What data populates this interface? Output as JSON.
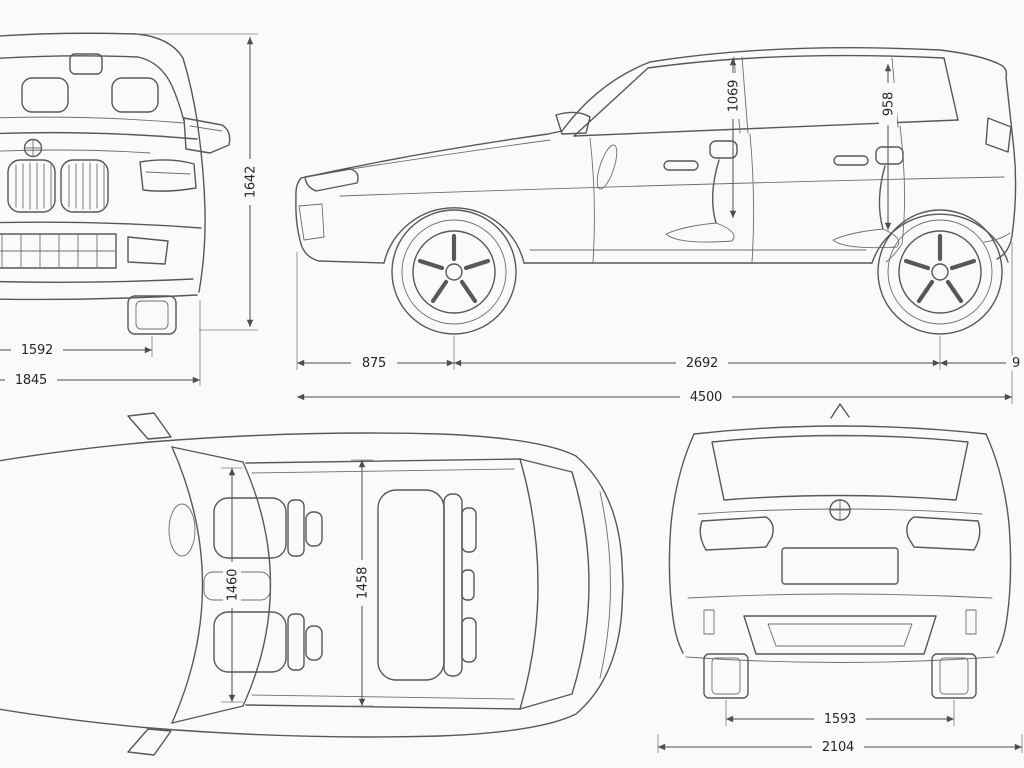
{
  "diagram": {
    "subject": "vehicle-dimension-blueprint",
    "background": "#fafafa",
    "line_color": "#55595d",
    "text_color": "#25282b"
  },
  "views": {
    "front": {
      "name": "front-view",
      "dims": {
        "height": "1642",
        "track": "1592",
        "width": "1845"
      }
    },
    "side": {
      "name": "side-view",
      "dims": {
        "front_headroom": "1069",
        "rear_headroom": "958",
        "front_overhang": "875",
        "wheelbase": "2692",
        "overall_length": "4500",
        "rear_dim_partial": "9"
      }
    },
    "top": {
      "name": "top-view",
      "dims": {
        "front_interior_width": "1460",
        "rear_interior_width": "1458"
      }
    },
    "rear": {
      "name": "rear-view",
      "dims": {
        "track": "1593",
        "overall_width": "2104"
      }
    }
  }
}
